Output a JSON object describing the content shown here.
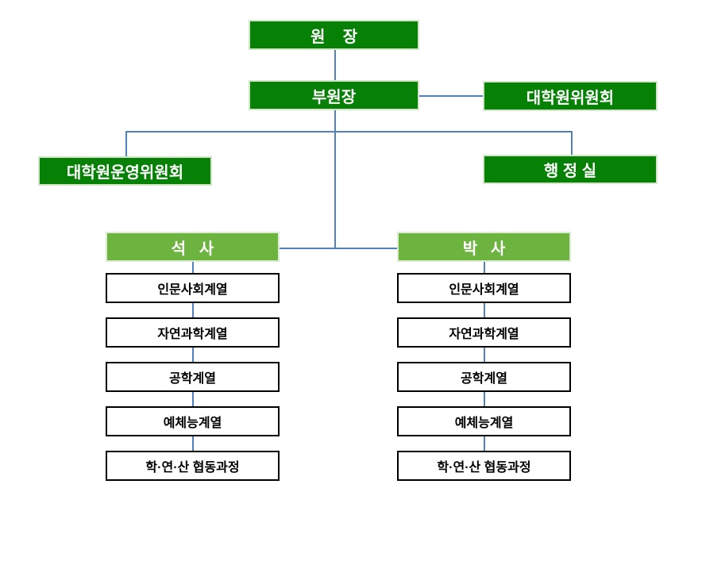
{
  "chart": {
    "type": "org-chart",
    "nodes": {
      "director": "원    장",
      "vice_director": "부원장",
      "grad_committee": "대학원위원회",
      "operating_committee": "대학원운영위원회",
      "admin_office": "행 정 실",
      "masters": "석   사",
      "doctoral": "박   사"
    },
    "masters_tracks": [
      "인문사회계열",
      "자연과학계열",
      "공학계열",
      "예체능계열",
      "학·연·산 협동과정"
    ],
    "doctoral_tracks": [
      "인문사회계열",
      "자연과학계열",
      "공학계열",
      "예체능계열",
      "학·연·산 협동과정"
    ]
  },
  "colors": {
    "dark_green": "#068106",
    "light_green": "#6db33f",
    "connector_blue": "#4f81bd",
    "track_border": "#000000",
    "pale_green_border": "#d2e5c6"
  }
}
